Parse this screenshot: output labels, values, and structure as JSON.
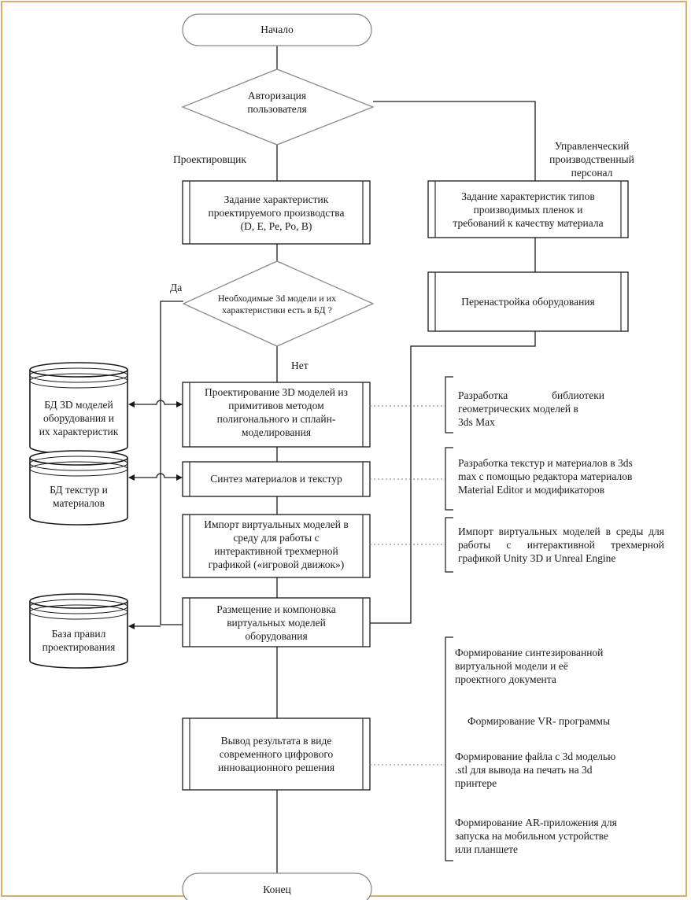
{
  "nodes": {
    "start": "Начало",
    "auth": [
      "Авторизация",
      "пользователя"
    ],
    "designer_label": "Проектировщик",
    "manager_label": [
      "Управленческий",
      "производственный",
      "персонал"
    ],
    "spec_task": [
      "Задание характеристик",
      "проектируемого производства",
      "(D, E, Pe, Po, B)"
    ],
    "film_task": [
      "Задание характеристик типов",
      "производимых пленок и",
      "требований к качеству материала"
    ],
    "decision": [
      "Необходимые 3d модели и их",
      "характеристики есть в БД ?"
    ],
    "yes_label": "Да",
    "no_label": "Нет",
    "reconfig": "Перенастройка оборудования",
    "modeling": [
      "Проектирование 3D моделей из",
      "примитивов методом",
      "полигонального и сплайн-",
      "моделирования"
    ],
    "synth": "Синтез материалов и текстур",
    "import": [
      "Импорт виртуальных моделей в",
      "среду для работы с",
      "интерактивной трехмерной",
      "графикой («игровой движок»)"
    ],
    "placement": [
      "Размещение и компоновка",
      "виртуальных моделей",
      "оборудования"
    ],
    "output": [
      "Вывод результата в виде",
      "современного цифрового",
      "инновационного решения"
    ],
    "end": "Конец"
  },
  "databases": {
    "db_models": [
      "БД 3D моделей",
      "оборудования и",
      "их характеристик"
    ],
    "db_textures": [
      "БД текстур и",
      "материалов"
    ],
    "db_rules": [
      "База правил",
      "проектирования"
    ]
  },
  "notes": {
    "note_lib": [
      "Разработка библиотеки",
      "геометрических моделей в",
      "3ds Max"
    ],
    "note_tex": [
      "Разработка текстур и материалов в 3ds",
      "max с помощью редактора материалов",
      "Material Editor и модификаторов"
    ],
    "note_import": [
      "Импорт виртуальных моделей в среды для",
      "работы с интерактивной трехмерной",
      "графикой Unity 3D и Unreal Engine"
    ],
    "note_out1": [
      "Формирование синтезированной",
      "виртуальной модели и её",
      "проектного документа"
    ],
    "note_out2": "Формирование VR- программы",
    "note_out3": [
      "Формирование файла с 3d моделью",
      ".stl для вывода на печать на 3d",
      "принтере"
    ],
    "note_out4": [
      "Формирование AR-приложения для",
      "запуска на мобильном устройстве",
      "или планшете"
    ]
  }
}
